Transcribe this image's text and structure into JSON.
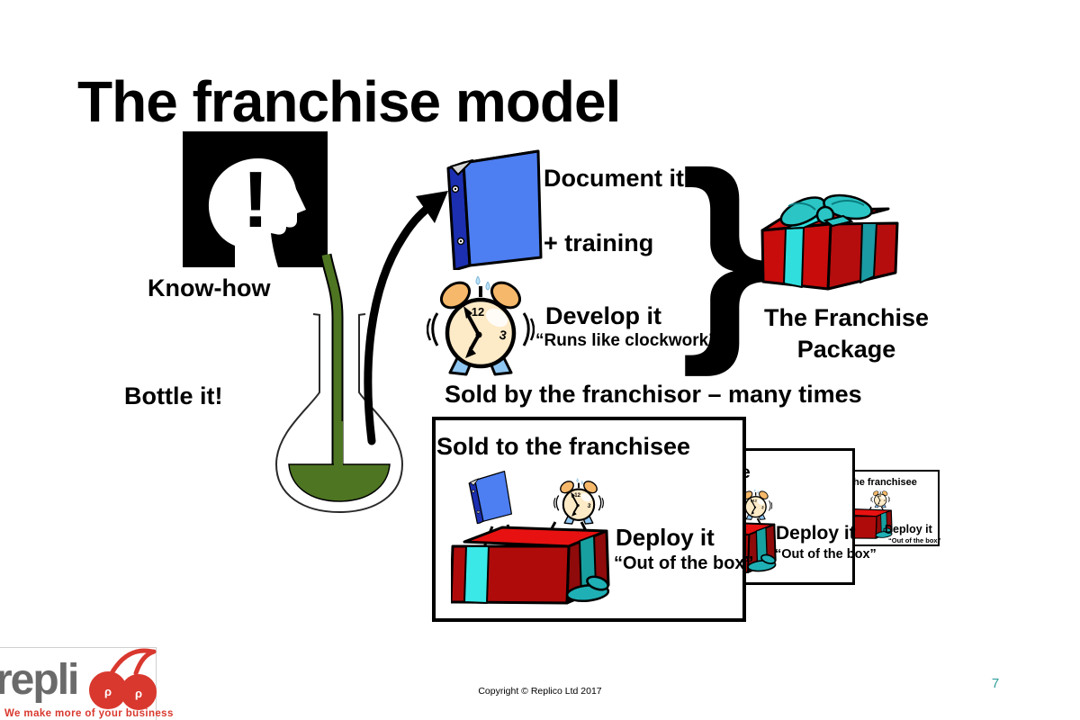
{
  "slide": {
    "title": "The franchise model",
    "page_number": "7",
    "copyright": "Copyright © Replico Ltd 2017"
  },
  "knowhow": {
    "label": "Know-how",
    "mark": "!"
  },
  "bottle": {
    "label": "Bottle it!"
  },
  "documenting": {
    "label": "Document it",
    "training": "+ training"
  },
  "developing": {
    "label": "Develop it",
    "quote": "“Runs like clockwork”"
  },
  "brace": {
    "char": "}"
  },
  "package": {
    "label": "The Franchise Package"
  },
  "franchisor": {
    "line": "Sold by the franchisor – many times"
  },
  "franchisee": {
    "title": "Sold to the franchisee",
    "deploy": "Deploy it",
    "quote": "“Out of the box”"
  },
  "clock": {
    "twelve": "12",
    "three": "3"
  },
  "logo": {
    "name": "repli",
    "tagline": "We make more of your business"
  },
  "colors": {
    "binder_blue": "#4d7ef2",
    "binder_dark": "#1b2fb0",
    "clock_face": "#fdeac6",
    "bell_orange": "#f6b86a",
    "feet_blue": "#8fc6f2",
    "gift_red": "#c80c0c",
    "gift_red_dark": "#8f0a0a",
    "ribbon_cyan": "#30dede",
    "ribbon_teal": "#1b9ba3",
    "liquid_green": "#4e7522",
    "page_teal": "#2f9e9e",
    "logo_gray": "#6a6a6a",
    "logo_red": "#d9382e"
  }
}
